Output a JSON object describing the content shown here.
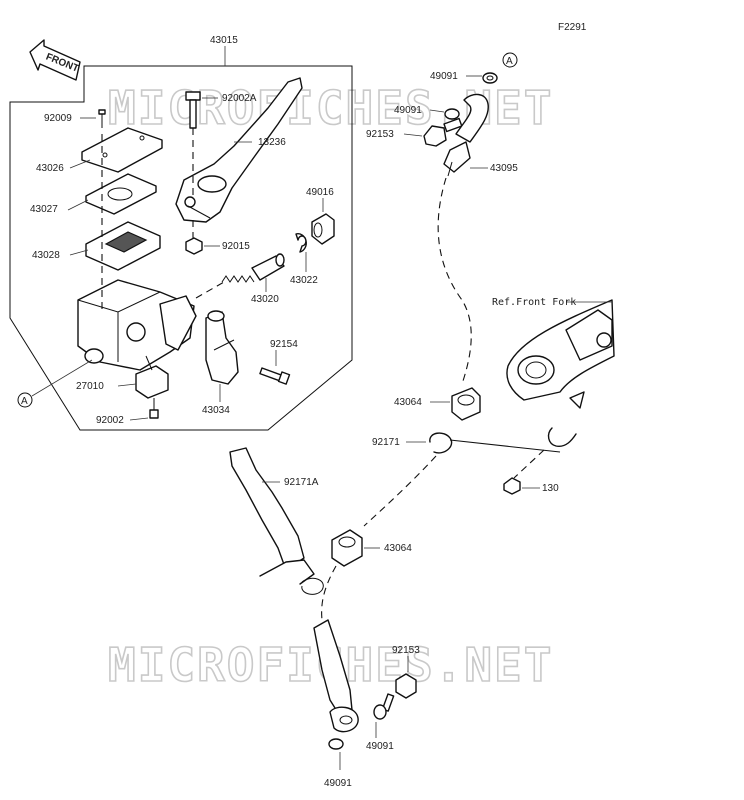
{
  "diagram_code": "F2291",
  "front_label": "FRONT",
  "ref_note": "Ref.Front Fork",
  "watermark": "MICROFICHES.NET",
  "labels": {
    "p43015": "43015",
    "p92002A": "92002A",
    "p92009": "92009",
    "p13236": "13236",
    "p43026": "43026",
    "p43027": "43027",
    "p49016": "49016",
    "p43028": "43028",
    "p92015": "92015",
    "p43022": "43022",
    "p43020": "43020",
    "p92154": "92154",
    "p27010": "27010",
    "p43034": "43034",
    "p92002": "92002",
    "p49091a": "49091",
    "p49091b": "49091",
    "p92153a": "92153",
    "p43095": "43095",
    "p43064a": "43064",
    "p92171": "92171",
    "p130": "130",
    "p92171A": "92171A",
    "p43064b": "43064",
    "p92153b": "92153",
    "p49091c": "49091",
    "p49091d": "49091",
    "mark_a_left": "A",
    "mark_a_top": "A"
  }
}
